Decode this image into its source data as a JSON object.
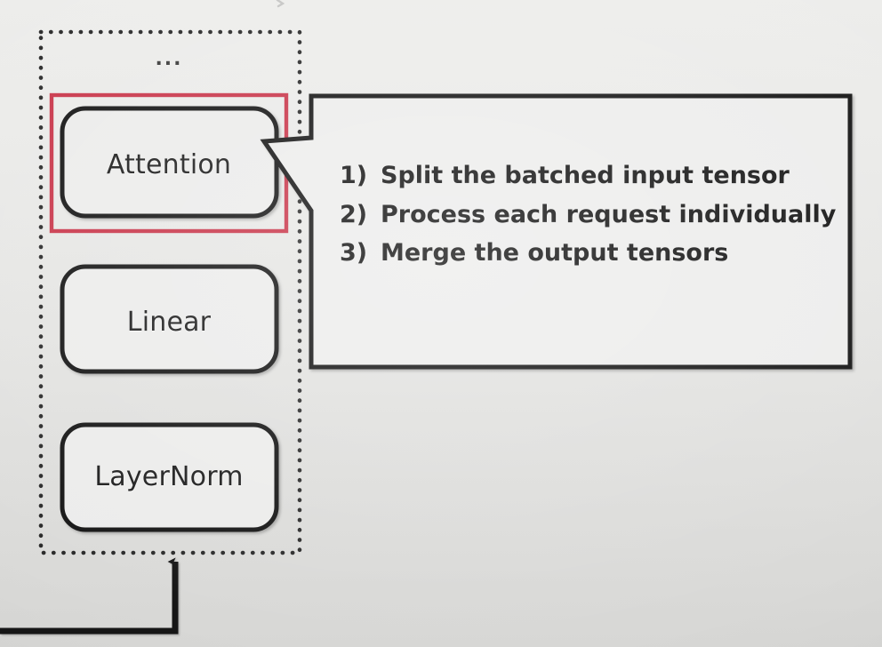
{
  "slide": {
    "background_color": "#e6e6e4",
    "accent_highlight_color": "#c9374b",
    "line_color": "#151515"
  },
  "model_stack": {
    "container_name": "transformer-layer-group",
    "ellipsis": "...",
    "blocks": [
      {
        "label": "Attention",
        "highlighted": true
      },
      {
        "label": "Linear",
        "highlighted": false
      },
      {
        "label": "LayerNorm",
        "highlighted": false
      }
    ]
  },
  "callout": {
    "title": "",
    "items": [
      {
        "num": "1)",
        "text": "Split the batched input tensor"
      },
      {
        "num": "2)",
        "text": "Process each request individually"
      },
      {
        "num": "3)",
        "text": "Merge the output tensors"
      }
    ]
  }
}
